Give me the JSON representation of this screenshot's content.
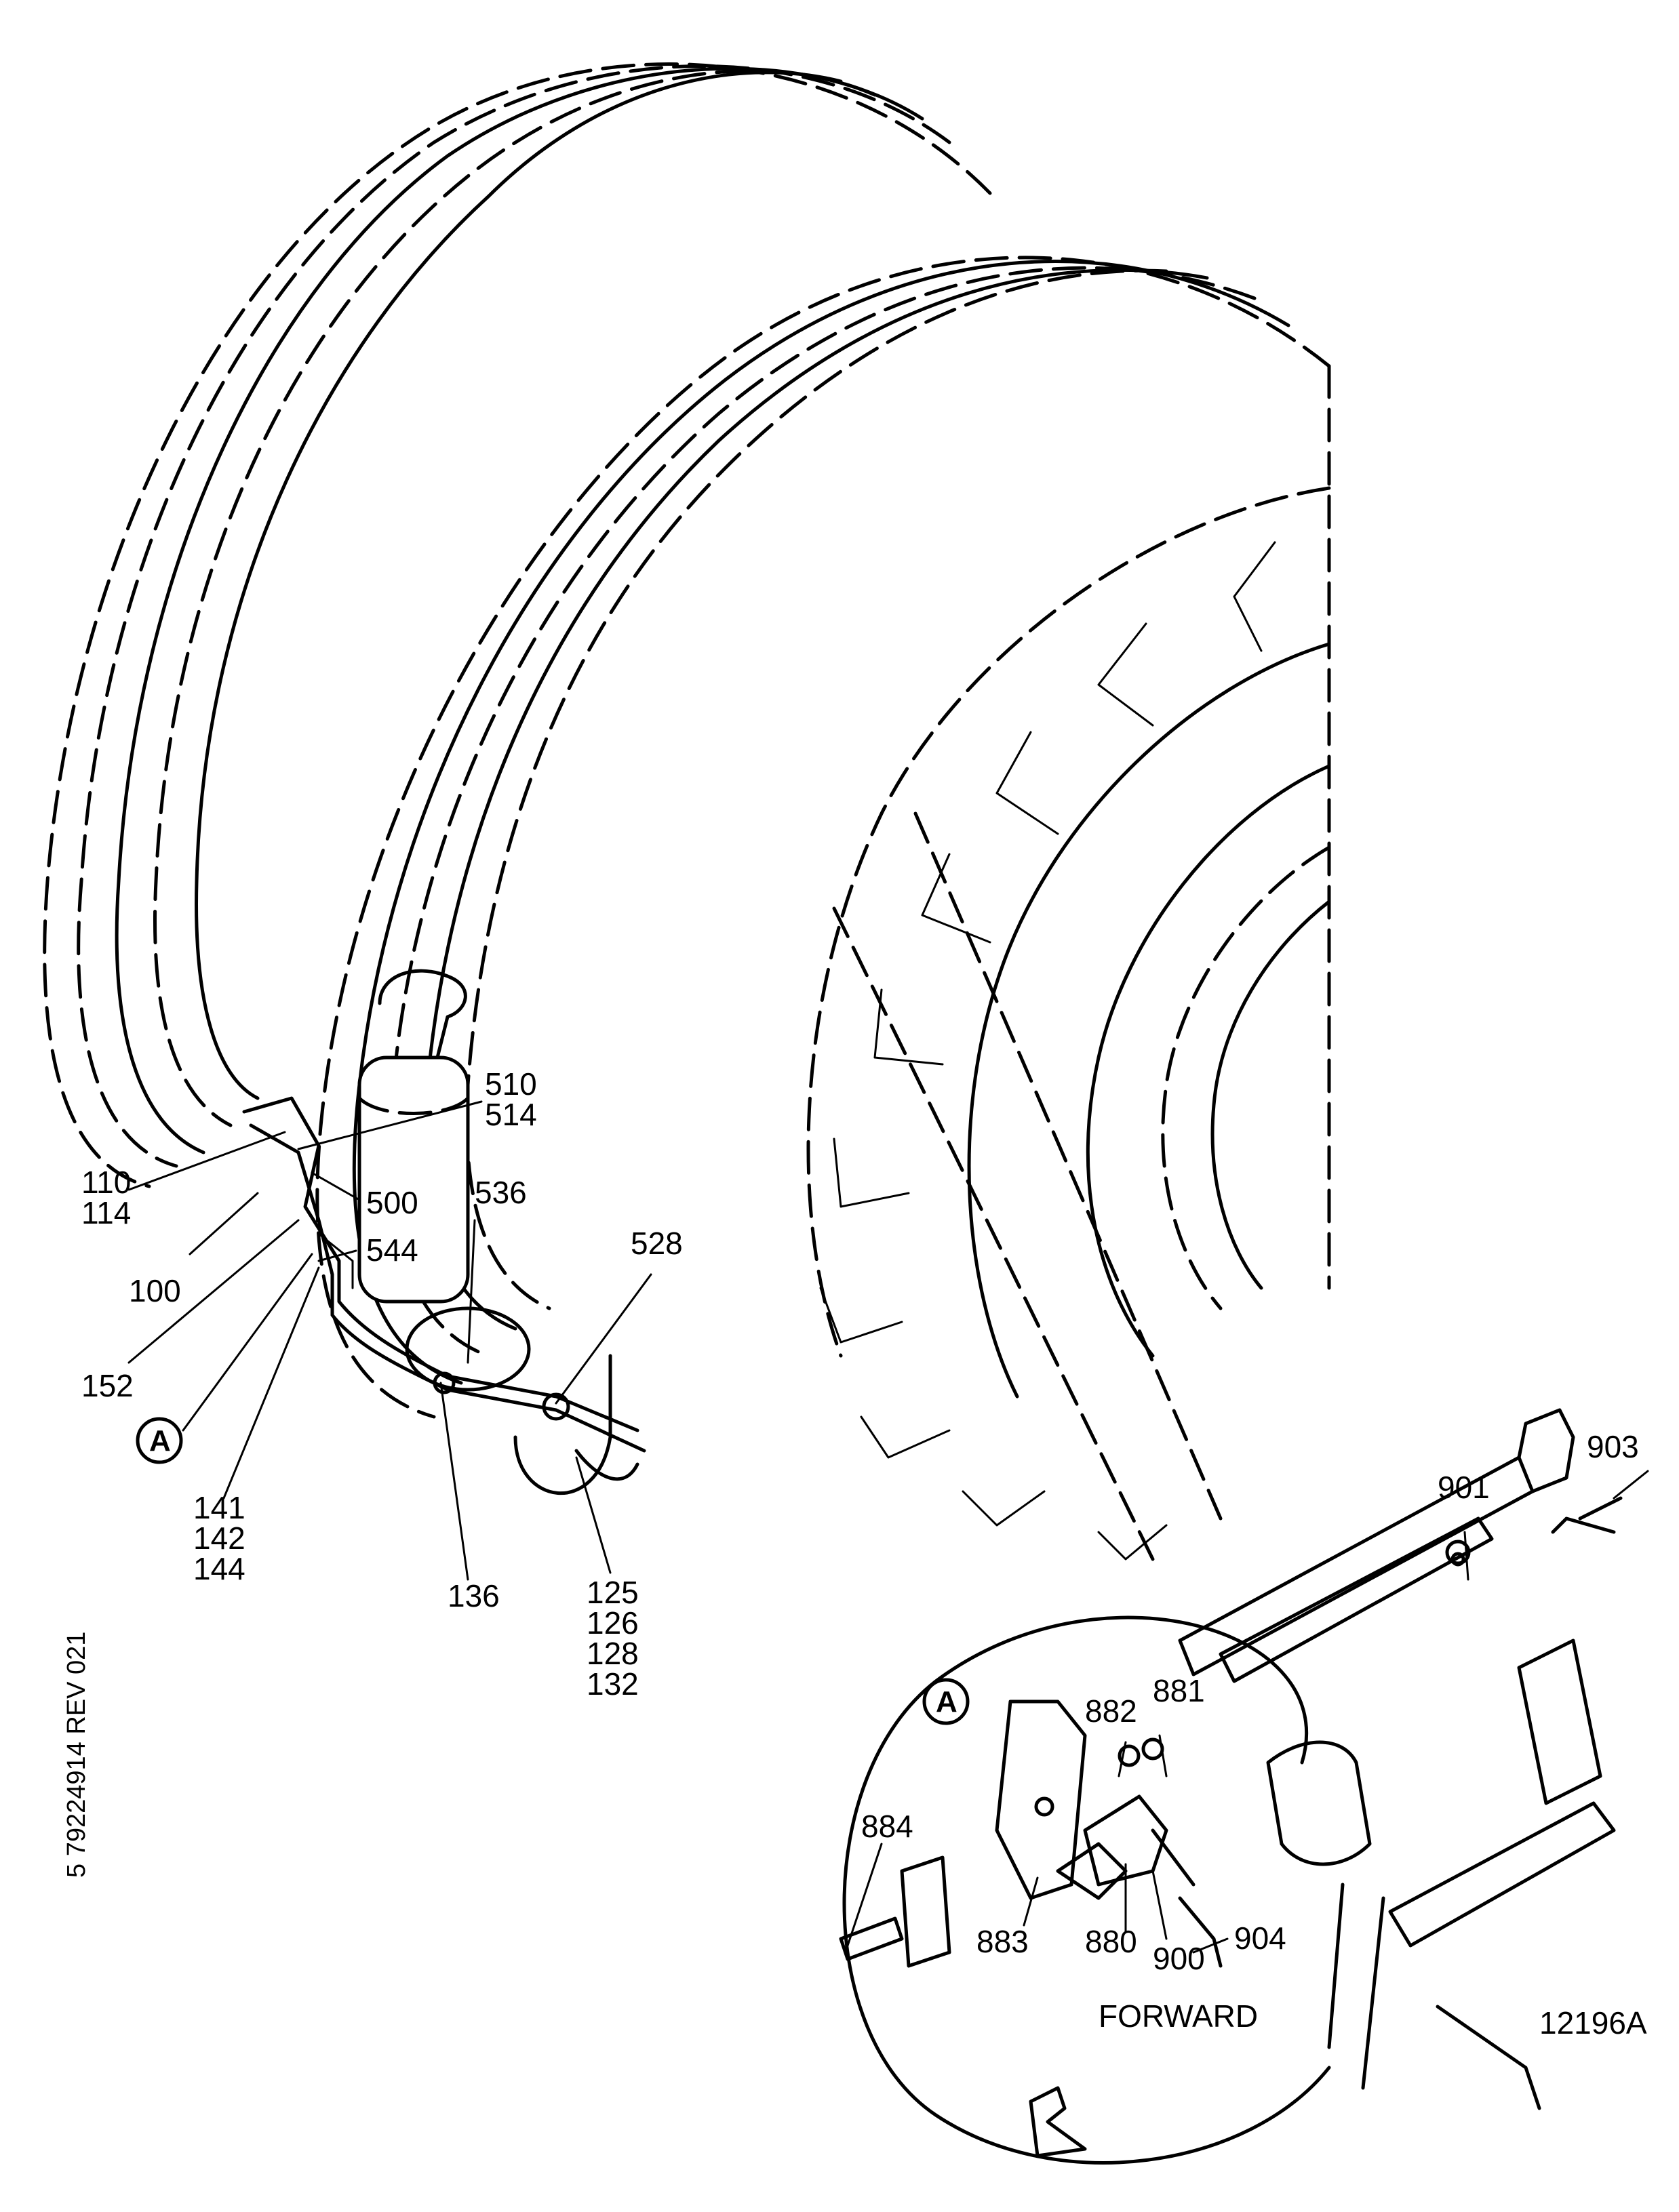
{
  "figure_id": "12196A",
  "side_code": "5 79224914  REV 021",
  "view_callout": "A",
  "direction_label": "FORWARD",
  "callouts": {
    "c510_514": [
      "510",
      "514"
    ],
    "c110_114": [
      "110",
      "114"
    ],
    "c500": "500",
    "c536": "536",
    "c544": "544",
    "c100": "100",
    "c528": "528",
    "c152": "152",
    "c141_144": [
      "141",
      "142",
      "144"
    ],
    "c136": "136",
    "c125_132": [
      "125",
      "126",
      "128",
      "132"
    ],
    "c901": "901",
    "c903": "903",
    "c882": "882",
    "c881": "881",
    "c884": "884",
    "c883": "883",
    "c880": "880",
    "c900": "900",
    "c904": "904"
  }
}
